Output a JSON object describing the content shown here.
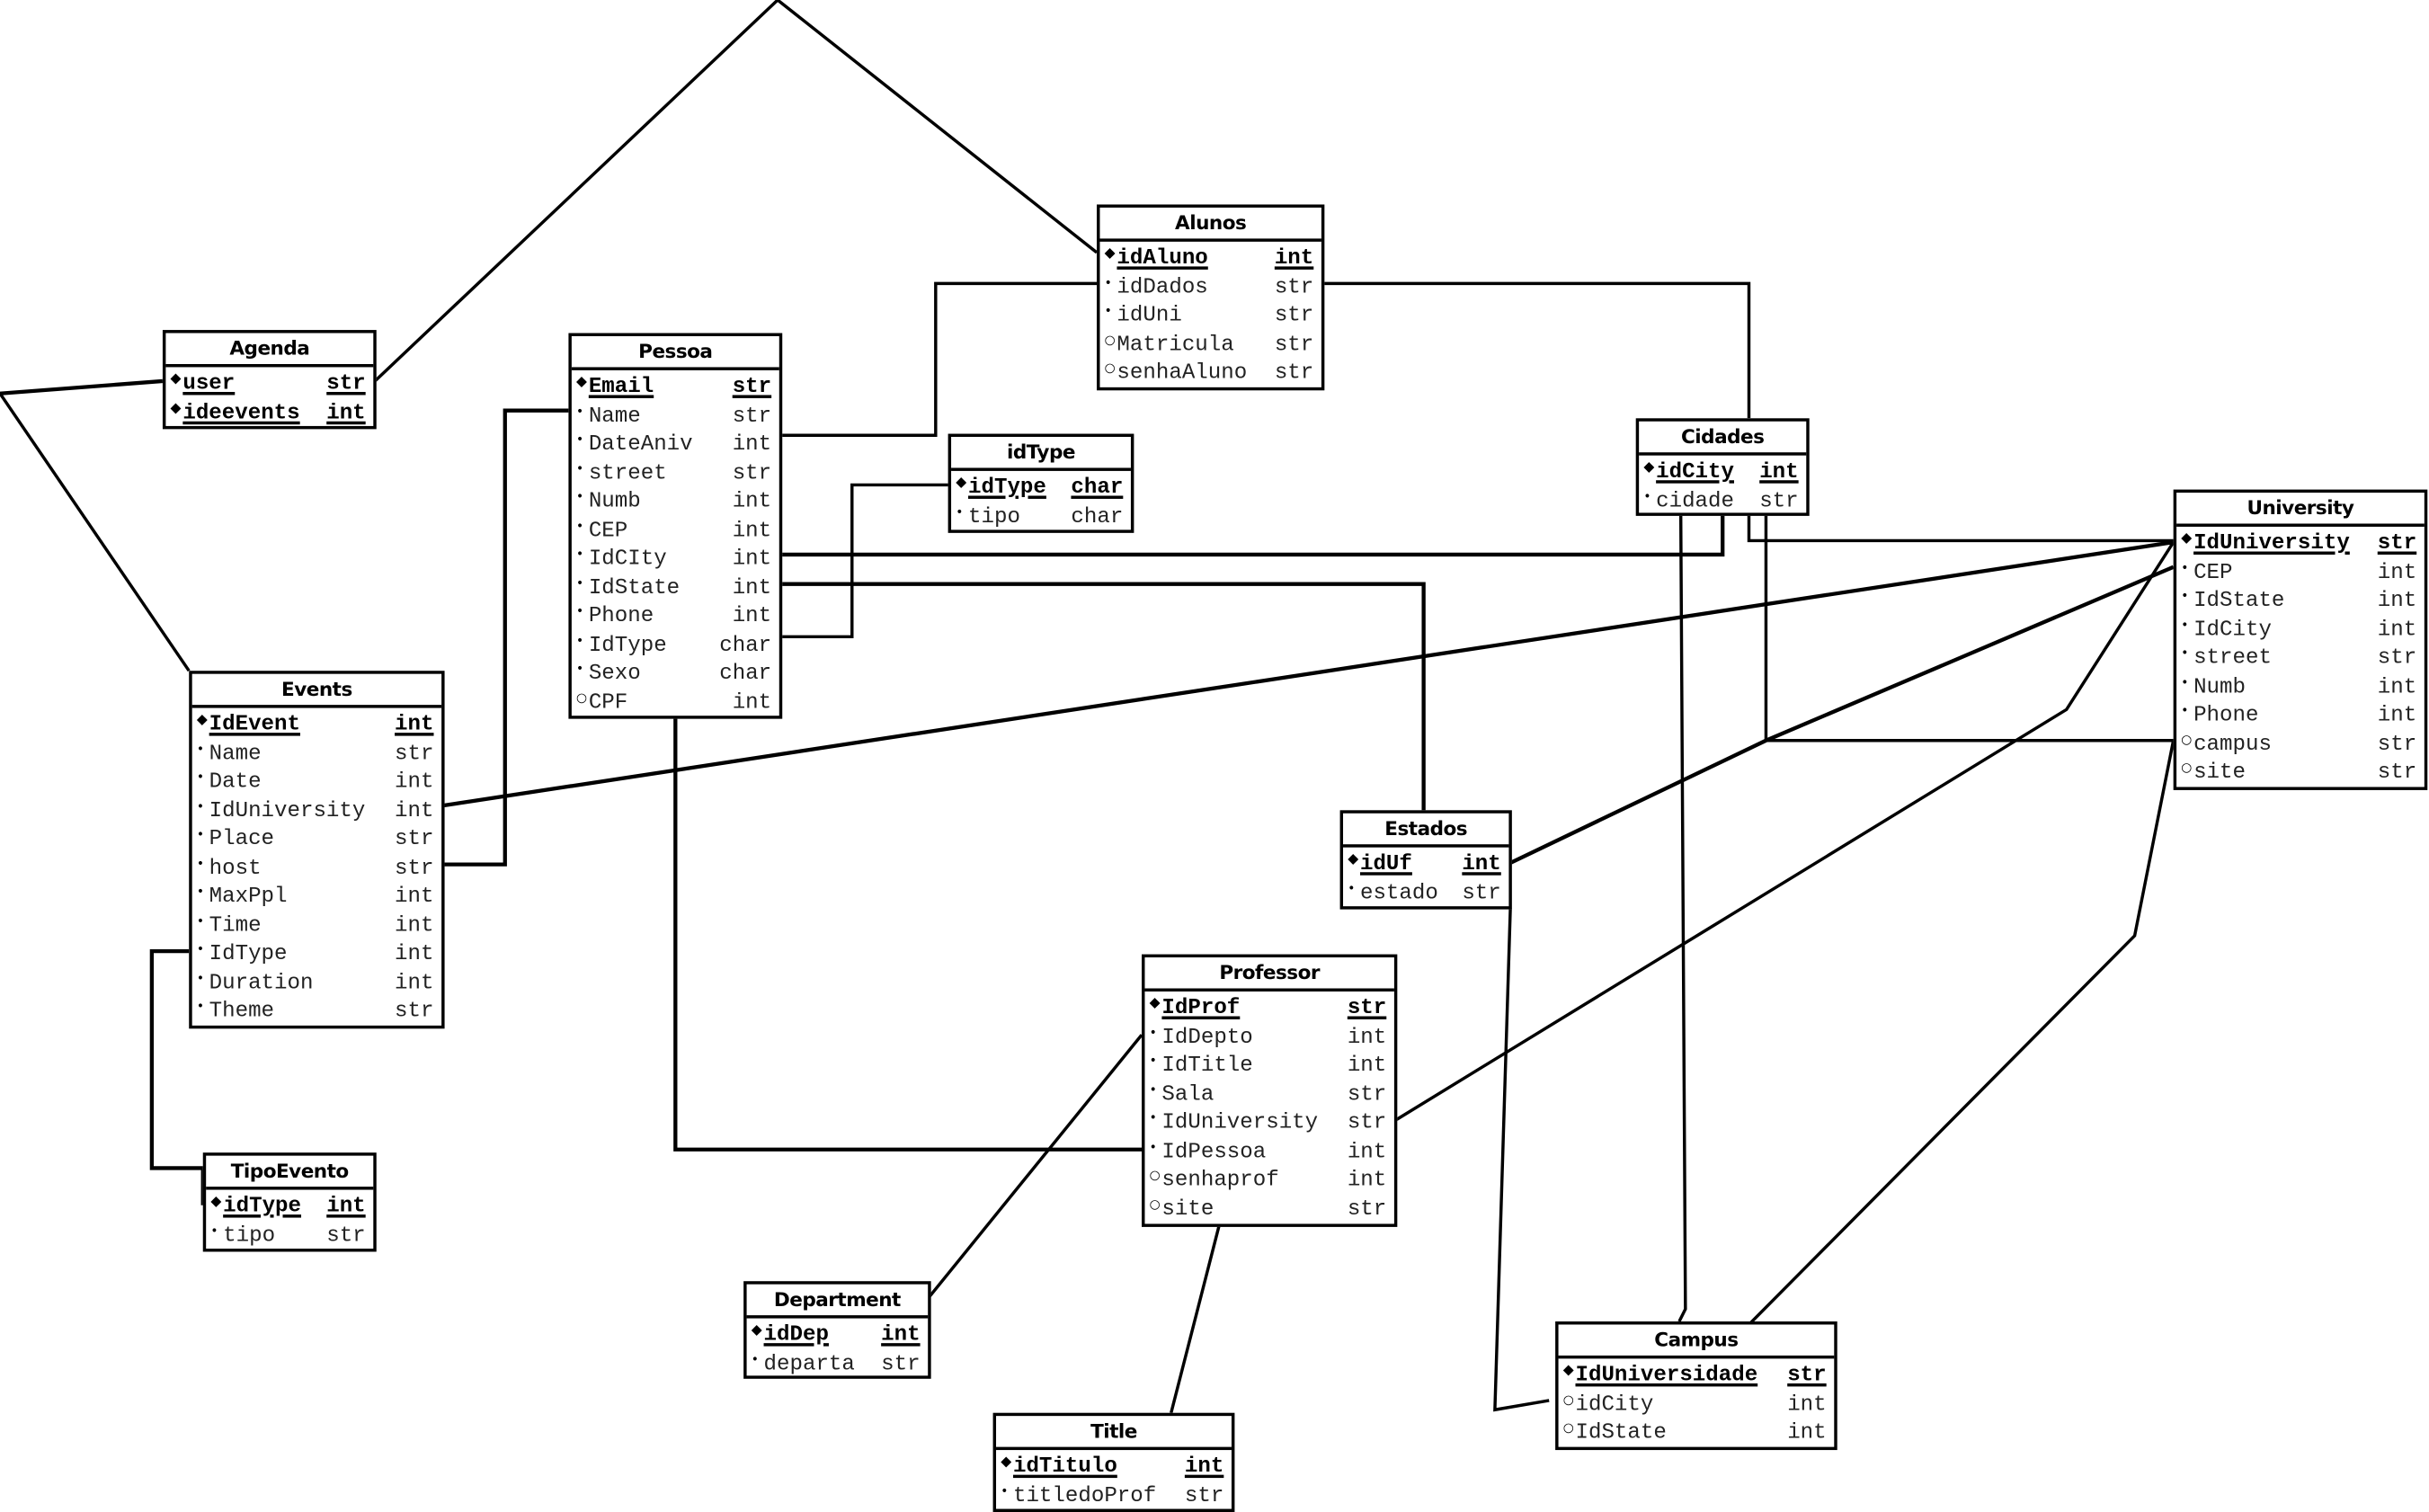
{
  "diagram": {
    "type": "entity-relationship",
    "marker_legend": {
      "primary_key": "◆",
      "required": "•",
      "optional": "○"
    },
    "entities": {
      "agenda": {
        "name": "Agenda",
        "attributes": [
          {
            "name": "user",
            "type": "str",
            "marker": "◆",
            "pk": true
          },
          {
            "name": "ideevents",
            "type": "int",
            "marker": "◆",
            "pk": true
          }
        ]
      },
      "pessoa": {
        "name": "Pessoa",
        "attributes": [
          {
            "name": "Email",
            "type": "str",
            "marker": "◆",
            "pk": true
          },
          {
            "name": "Name",
            "type": "str",
            "marker": "•"
          },
          {
            "name": "DateAniv",
            "type": "int",
            "marker": "•"
          },
          {
            "name": "street",
            "type": "str",
            "marker": "•"
          },
          {
            "name": "Numb",
            "type": "int",
            "marker": "•"
          },
          {
            "name": "CEP",
            "type": "int",
            "marker": "•"
          },
          {
            "name": "IdCIty",
            "type": "int",
            "marker": "•"
          },
          {
            "name": "IdState",
            "type": "int",
            "marker": "•"
          },
          {
            "name": "Phone",
            "type": "int",
            "marker": "•"
          },
          {
            "name": "IdType",
            "type": "char",
            "marker": "•"
          },
          {
            "name": "Sexo",
            "type": "char",
            "marker": "•"
          },
          {
            "name": "CPF",
            "type": "int",
            "marker": "○"
          }
        ]
      },
      "alunos": {
        "name": "Alunos",
        "attributes": [
          {
            "name": "idAluno",
            "type": "int",
            "marker": "◆",
            "pk": true
          },
          {
            "name": "idDados",
            "type": "str",
            "marker": "•"
          },
          {
            "name": "idUni",
            "type": "str",
            "marker": "•"
          },
          {
            "name": "Matricula",
            "type": "str",
            "marker": "○"
          },
          {
            "name": "senhaAluno",
            "type": "str",
            "marker": "○"
          }
        ]
      },
      "idtype": {
        "name": "idType",
        "attributes": [
          {
            "name": "idType",
            "type": "char",
            "marker": "◆",
            "pk": true
          },
          {
            "name": "tipo",
            "type": "char",
            "marker": "•"
          }
        ]
      },
      "events": {
        "name": "Events",
        "attributes": [
          {
            "name": "IdEvent",
            "type": "int",
            "marker": "◆",
            "pk": true
          },
          {
            "name": "Name",
            "type": "str",
            "marker": "•"
          },
          {
            "name": "Date",
            "type": "int",
            "marker": "•"
          },
          {
            "name": "IdUniversity",
            "type": "int",
            "marker": "•"
          },
          {
            "name": "Place",
            "type": "str",
            "marker": "•"
          },
          {
            "name": "host",
            "type": "str",
            "marker": "•"
          },
          {
            "name": "MaxPpl",
            "type": "int",
            "marker": "•"
          },
          {
            "name": "Time",
            "type": "int",
            "marker": "•"
          },
          {
            "name": "IdType",
            "type": "int",
            "marker": "•"
          },
          {
            "name": "Duration",
            "type": "int",
            "marker": "•"
          },
          {
            "name": "Theme",
            "type": "str",
            "marker": "•"
          }
        ]
      },
      "tipoevento": {
        "name": "TipoEvento",
        "attributes": [
          {
            "name": "idType",
            "type": "int",
            "marker": "◆",
            "pk": true
          },
          {
            "name": "tipo",
            "type": "str",
            "marker": "•"
          }
        ]
      },
      "cidades": {
        "name": "Cidades",
        "attributes": [
          {
            "name": "idCity",
            "type": "int",
            "marker": "◆",
            "pk": true
          },
          {
            "name": "cidade",
            "type": "str",
            "marker": "•"
          }
        ]
      },
      "university": {
        "name": "University",
        "attributes": [
          {
            "name": "IdUniversity",
            "type": "str",
            "marker": "◆",
            "pk": true
          },
          {
            "name": "CEP",
            "type": "int",
            "marker": "•"
          },
          {
            "name": "IdState",
            "type": "int",
            "marker": "•"
          },
          {
            "name": "IdCity",
            "type": "int",
            "marker": "•"
          },
          {
            "name": "street",
            "type": "str",
            "marker": "•"
          },
          {
            "name": "Numb",
            "type": "int",
            "marker": "•"
          },
          {
            "name": "Phone",
            "type": "int",
            "marker": "•"
          },
          {
            "name": "campus",
            "type": "str",
            "marker": "○"
          },
          {
            "name": "site",
            "type": "str",
            "marker": "○"
          }
        ]
      },
      "estados": {
        "name": "Estados",
        "attributes": [
          {
            "name": "idUf",
            "type": "int",
            "marker": "◆",
            "pk": true
          },
          {
            "name": "estado",
            "type": "str",
            "marker": "•"
          }
        ]
      },
      "professor": {
        "name": "Professor",
        "attributes": [
          {
            "name": "IdProf",
            "type": "str",
            "marker": "◆",
            "pk": true
          },
          {
            "name": "IdDepto",
            "type": "int",
            "marker": "•"
          },
          {
            "name": "IdTitle",
            "type": "int",
            "marker": "•"
          },
          {
            "name": "Sala",
            "type": "str",
            "marker": "•"
          },
          {
            "name": "IdUniversity",
            "type": "str",
            "marker": "•"
          },
          {
            "name": "IdPessoa",
            "type": "int",
            "marker": "•"
          },
          {
            "name": "senhaprof",
            "type": "int",
            "marker": "○"
          },
          {
            "name": "site",
            "type": "str",
            "marker": "○"
          }
        ]
      },
      "department": {
        "name": "Department",
        "attributes": [
          {
            "name": "idDep",
            "type": "int",
            "marker": "◆",
            "pk": true
          },
          {
            "name": "departa",
            "type": "str",
            "marker": "•"
          }
        ]
      },
      "title": {
        "name": "Title",
        "attributes": [
          {
            "name": "idTitulo",
            "type": "int",
            "marker": "◆",
            "pk": true
          },
          {
            "name": "titledoProf",
            "type": "str",
            "marker": "•"
          }
        ]
      },
      "campus": {
        "name": "Campus",
        "attributes": [
          {
            "name": "IdUniversidade",
            "type": "str",
            "marker": "◆",
            "pk": true
          },
          {
            "name": "idCity",
            "type": "int",
            "marker": "○"
          },
          {
            "name": "IdState",
            "type": "int",
            "marker": "○"
          }
        ]
      }
    },
    "relationships": [
      {
        "from": "Agenda.user",
        "to": "Alunos.idAluno"
      },
      {
        "from": "Agenda.user",
        "to": "Events"
      },
      {
        "from": "Pessoa.DateAniv",
        "to": "Alunos.idDados"
      },
      {
        "from": "Alunos.idDados",
        "to": "Cidades"
      },
      {
        "from": "Pessoa.IdType",
        "to": "idType.idType"
      },
      {
        "from": "Pessoa.IdCIty",
        "to": "Cidades"
      },
      {
        "from": "Pessoa.IdState",
        "to": "Estados"
      },
      {
        "from": "Pessoa.Name",
        "to": "Events.host"
      },
      {
        "from": "Pessoa",
        "to": "Professor.IdPessoa"
      },
      {
        "from": "Events.IdUniversity",
        "to": "University.IdUniversity"
      },
      {
        "from": "Events.IdType",
        "to": "TipoEvento.idType"
      },
      {
        "from": "Cidades",
        "to": "University.IdUniversity"
      },
      {
        "from": "Cidades",
        "to": "University.campus"
      },
      {
        "from": "Cidades",
        "to": "Campus"
      },
      {
        "from": "Estados.idUf",
        "to": "University.CEP"
      },
      {
        "from": "Estados",
        "to": "Campus.idCity"
      },
      {
        "from": "Professor.IdUniversity",
        "to": "University.IdUniversity"
      },
      {
        "from": "Professor.IdDepto",
        "to": "Department"
      },
      {
        "from": "Professor.site",
        "to": "Title"
      },
      {
        "from": "University.site",
        "to": "Campus"
      }
    ]
  }
}
